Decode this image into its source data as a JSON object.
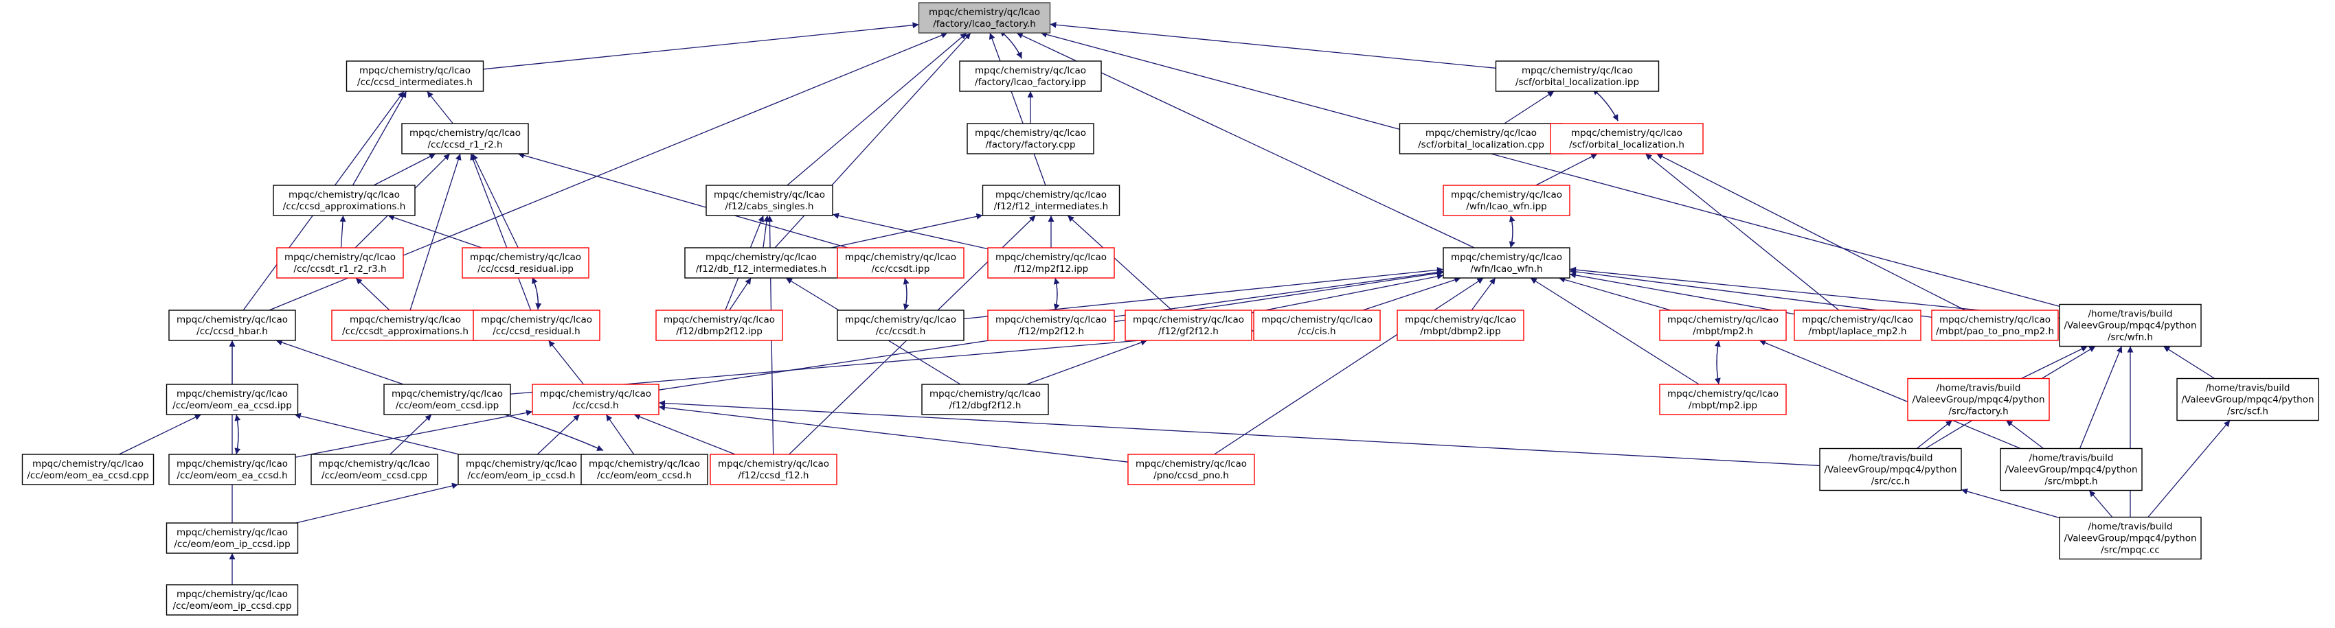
{
  "colors": {
    "root_fill": "#bfbfbf",
    "default_stroke": "#000000",
    "red_stroke": "#ff0000",
    "edge": "#191970",
    "text": "#000000",
    "background": "#ffffff"
  },
  "nodes": [
    {
      "id": "root",
      "lines": [
        "mpqc/chemistry/qc/lcao",
        "/factory/lcao_factory.h"
      ],
      "style": "root"
    },
    {
      "id": "ccsd_intermediates",
      "lines": [
        "mpqc/chemistry/qc/lcao",
        "/cc/ccsd_intermediates.h"
      ],
      "style": "black"
    },
    {
      "id": "lcao_factory_ipp",
      "lines": [
        "mpqc/chemistry/qc/lcao",
        "/factory/lcao_factory.ipp"
      ],
      "style": "black"
    },
    {
      "id": "factory_cpp",
      "lines": [
        "mpqc/chemistry/qc/lcao",
        "/factory/factory.cpp"
      ],
      "style": "black"
    },
    {
      "id": "orbital_loc_ipp",
      "lines": [
        "mpqc/chemistry/qc/lcao",
        "/scf/orbital_localization.ipp"
      ],
      "style": "black"
    },
    {
      "id": "orbital_loc_cpp",
      "lines": [
        "mpqc/chemistry/qc/lcao",
        "/scf/orbital_localization.cpp"
      ],
      "style": "black"
    },
    {
      "id": "orbital_loc_h",
      "lines": [
        "mpqc/chemistry/qc/lcao",
        "/scf/orbital_localization.h"
      ],
      "style": "red"
    },
    {
      "id": "ccsd_r1_r2",
      "lines": [
        "mpqc/chemistry/qc/lcao",
        "/cc/ccsd_r1_r2.h"
      ],
      "style": "black"
    },
    {
      "id": "ccsd_approximations",
      "lines": [
        "mpqc/chemistry/qc/lcao",
        "/cc/ccsd_approximations.h"
      ],
      "style": "black"
    },
    {
      "id": "cabs_singles",
      "lines": [
        "mpqc/chemistry/qc/lcao",
        "/f12/cabs_singles.h"
      ],
      "style": "black"
    },
    {
      "id": "f12_intermediates",
      "lines": [
        "mpqc/chemistry/qc/lcao",
        "/f12/f12_intermediates.h"
      ],
      "style": "black"
    },
    {
      "id": "wfn_ipp",
      "lines": [
        "mpqc/chemistry/qc/lcao",
        "/wfn/lcao_wfn.ipp"
      ],
      "style": "red"
    },
    {
      "id": "wfn_h",
      "lines": [
        "mpqc/chemistry/qc/lcao",
        "/wfn/lcao_wfn.h"
      ],
      "style": "black"
    },
    {
      "id": "ccsdt_r1_r2_r3",
      "lines": [
        "mpqc/chemistry/qc/lcao",
        "/cc/ccsdt_r1_r2_r3.h"
      ],
      "style": "red"
    },
    {
      "id": "ccsd_residual_ipp",
      "lines": [
        "mpqc/chemistry/qc/lcao",
        "/cc/ccsd_residual.ipp"
      ],
      "style": "red"
    },
    {
      "id": "db_f12_intermediates",
      "lines": [
        "mpqc/chemistry/qc/lcao",
        "/f12/db_f12_intermediates.h"
      ],
      "style": "black"
    },
    {
      "id": "ccsdt_ipp",
      "lines": [
        "mpqc/chemistry/qc/lcao",
        "/cc/ccsdt.ipp"
      ],
      "style": "red"
    },
    {
      "id": "mp2f12_ipp",
      "lines": [
        "mpqc/chemistry/qc/lcao",
        "/f12/mp2f12.ipp"
      ],
      "style": "red"
    },
    {
      "id": "ccsd_hbar",
      "lines": [
        "mpqc/chemistry/qc/lcao",
        "/cc/ccsd_hbar.h"
      ],
      "style": "black"
    },
    {
      "id": "ccsdt_approximations",
      "lines": [
        "mpqc/chemistry/qc/lcao",
        "/cc/ccsdt_approximations.h"
      ],
      "style": "red"
    },
    {
      "id": "ccsd_residual_h",
      "lines": [
        "mpqc/chemistry/qc/lcao",
        "/cc/ccsd_residual.h"
      ],
      "style": "red"
    },
    {
      "id": "dbmp2f12_ipp",
      "lines": [
        "mpqc/chemistry/qc/lcao",
        "/f12/dbmp2f12.ipp"
      ],
      "style": "red"
    },
    {
      "id": "ccsdt_h",
      "lines": [
        "mpqc/chemistry/qc/lcao",
        "/cc/ccsdt.h"
      ],
      "style": "black"
    },
    {
      "id": "mp2f12_h",
      "lines": [
        "mpqc/chemistry/qc/lcao",
        "/f12/mp2f12.h"
      ],
      "style": "red"
    },
    {
      "id": "gf2f12_h",
      "lines": [
        "mpqc/chemistry/qc/lcao",
        "/f12/gf2f12.h"
      ],
      "style": "red"
    },
    {
      "id": "cis_h",
      "lines": [
        "mpqc/chemistry/qc/lcao",
        "/cc/cis.h"
      ],
      "style": "red"
    },
    {
      "id": "dbmp2_ipp",
      "lines": [
        "mpqc/chemistry/qc/lcao",
        "/mbpt/dbmp2.ipp"
      ],
      "style": "red"
    },
    {
      "id": "mp2_h",
      "lines": [
        "mpqc/chemistry/qc/lcao",
        "/mbpt/mp2.h"
      ],
      "style": "red"
    },
    {
      "id": "laplace_mp2",
      "lines": [
        "mpqc/chemistry/qc/lcao",
        "/mbpt/laplace_mp2.h"
      ],
      "style": "red"
    },
    {
      "id": "pao_to_pno",
      "lines": [
        "mpqc/chemistry/qc/lcao",
        "/mbpt/pao_to_pno_mp2.h"
      ],
      "style": "red"
    },
    {
      "id": "py_wfn",
      "lines": [
        "/home/travis/build",
        "/ValeevGroup/mpqc4/python",
        "/src/wfn.h"
      ],
      "style": "black"
    },
    {
      "id": "eom_ea_ipp",
      "lines": [
        "mpqc/chemistry/qc/lcao",
        "/cc/eom/eom_ea_ccsd.ipp"
      ],
      "style": "black"
    },
    {
      "id": "eom_ccsd_ipp",
      "lines": [
        "mpqc/chemistry/qc/lcao",
        "/cc/eom/eom_ccsd.ipp"
      ],
      "style": "black"
    },
    {
      "id": "ccsd_h",
      "lines": [
        "mpqc/chemistry/qc/lcao",
        "/cc/ccsd.h"
      ],
      "style": "red"
    },
    {
      "id": "dbgf2f12",
      "lines": [
        "mpqc/chemistry/qc/lcao",
        "/f12/dbgf2f12.h"
      ],
      "style": "black"
    },
    {
      "id": "mp2_ipp",
      "lines": [
        "mpqc/chemistry/qc/lcao",
        "/mbpt/mp2.ipp"
      ],
      "style": "red"
    },
    {
      "id": "py_factory",
      "lines": [
        "/home/travis/build",
        "/ValeevGroup/mpqc4/python",
        "/src/factory.h"
      ],
      "style": "red"
    },
    {
      "id": "py_scf",
      "lines": [
        "/home/travis/build",
        "/ValeevGroup/mpqc4/python",
        "/src/scf.h"
      ],
      "style": "black"
    },
    {
      "id": "eom_ea_cpp",
      "lines": [
        "mpqc/chemistry/qc/lcao",
        "/cc/eom/eom_ea_ccsd.cpp"
      ],
      "style": "black"
    },
    {
      "id": "eom_ea_h",
      "lines": [
        "mpqc/chemistry/qc/lcao",
        "/cc/eom/eom_ea_ccsd.h"
      ],
      "style": "black"
    },
    {
      "id": "eom_ccsd_cpp",
      "lines": [
        "mpqc/chemistry/qc/lcao",
        "/cc/eom/eom_ccsd.cpp"
      ],
      "style": "black"
    },
    {
      "id": "eom_ip_h",
      "lines": [
        "mpqc/chemistry/qc/lcao",
        "/cc/eom/eom_ip_ccsd.h"
      ],
      "style": "black"
    },
    {
      "id": "eom_ccsd_h",
      "lines": [
        "mpqc/chemistry/qc/lcao",
        "/cc/eom/eom_ccsd.h"
      ],
      "style": "black"
    },
    {
      "id": "ccsd_f12",
      "lines": [
        "mpqc/chemistry/qc/lcao",
        "/f12/ccsd_f12.h"
      ],
      "style": "red"
    },
    {
      "id": "ccsd_pno",
      "lines": [
        "mpqc/chemistry/qc/lcao",
        "/pno/ccsd_pno.h"
      ],
      "style": "red"
    },
    {
      "id": "py_cc",
      "lines": [
        "/home/travis/build",
        "/ValeevGroup/mpqc4/python",
        "/src/cc.h"
      ],
      "style": "black"
    },
    {
      "id": "py_mbpt",
      "lines": [
        "/home/travis/build",
        "/ValeevGroup/mpqc4/python",
        "/src/mbpt.h"
      ],
      "style": "black"
    },
    {
      "id": "eom_ip_ipp",
      "lines": [
        "mpqc/chemistry/qc/lcao",
        "/cc/eom/eom_ip_ccsd.ipp"
      ],
      "style": "black"
    },
    {
      "id": "py_mpqc",
      "lines": [
        "/home/travis/build",
        "/ValeevGroup/mpqc4/python",
        "/src/mpqc.cc"
      ],
      "style": "black"
    },
    {
      "id": "eom_ip_cpp",
      "lines": [
        "mpqc/chemistry/qc/lcao",
        "/cc/eom/eom_ip_ccsd.cpp"
      ],
      "style": "black"
    }
  ],
  "edges": [
    [
      "ccsd_intermediates",
      "root"
    ],
    [
      "lcao_factory_ipp",
      "root"
    ],
    [
      "root",
      "lcao_factory_ipp"
    ],
    [
      "factory_cpp",
      "lcao_factory_ipp"
    ],
    [
      "orbital_loc_ipp",
      "root"
    ],
    [
      "cabs_singles",
      "root"
    ],
    [
      "f12_intermediates",
      "root"
    ],
    [
      "wfn_h",
      "root"
    ],
    [
      "ccsd_hbar",
      "root"
    ],
    [
      "db_f12_intermediates",
      "root"
    ],
    [
      "py_wfn",
      "root"
    ],
    [
      "ccsd_r1_r2",
      "ccsd_intermediates"
    ],
    [
      "ccsd_approximations",
      "ccsd_intermediates"
    ],
    [
      "ccsd_hbar",
      "ccsd_intermediates"
    ],
    [
      "orbital_loc_cpp",
      "orbital_loc_ipp"
    ],
    [
      "orbital_loc_h",
      "orbital_loc_ipp"
    ],
    [
      "orbital_loc_ipp",
      "orbital_loc_h"
    ],
    [
      "wfn_ipp",
      "orbital_loc_h"
    ],
    [
      "laplace_mp2",
      "orbital_loc_h"
    ],
    [
      "pao_to_pno",
      "orbital_loc_h"
    ],
    [
      "ccsd_approximations",
      "ccsd_r1_r2"
    ],
    [
      "ccsdt_r1_r2_r3",
      "ccsd_r1_r2"
    ],
    [
      "ccsd_residual_ipp",
      "ccsd_r1_r2"
    ],
    [
      "ccsd_residual_h",
      "ccsd_r1_r2"
    ],
    [
      "ccsdt_approximations",
      "ccsd_r1_r2"
    ],
    [
      "ccsdt_ipp",
      "ccsd_r1_r2"
    ],
    [
      "ccsdt_r1_r2_r3",
      "ccsd_approximations"
    ],
    [
      "ccsd_residual_ipp",
      "ccsd_approximations"
    ],
    [
      "db_f12_intermediates",
      "cabs_singles"
    ],
    [
      "dbmp2f12_ipp",
      "cabs_singles"
    ],
    [
      "mp2f12_ipp",
      "cabs_singles"
    ],
    [
      "ccsd_f12",
      "cabs_singles"
    ],
    [
      "db_f12_intermediates",
      "f12_intermediates"
    ],
    [
      "mp2f12_ipp",
      "f12_intermediates"
    ],
    [
      "gf2f12_h",
      "f12_intermediates"
    ],
    [
      "ccsd_f12",
      "f12_intermediates"
    ],
    [
      "wfn_h",
      "wfn_ipp"
    ],
    [
      "wfn_ipp",
      "wfn_h"
    ],
    [
      "ccsdt_h",
      "wfn_h"
    ],
    [
      "mp2f12_h",
      "wfn_h"
    ],
    [
      "gf2f12_h",
      "wfn_h"
    ],
    [
      "cis_h",
      "wfn_h"
    ],
    [
      "dbmp2_ipp",
      "wfn_h"
    ],
    [
      "mp2_h",
      "wfn_h"
    ],
    [
      "mp2_ipp",
      "wfn_h"
    ],
    [
      "laplace_mp2",
      "wfn_h"
    ],
    [
      "pao_to_pno",
      "wfn_h"
    ],
    [
      "py_wfn",
      "wfn_h"
    ],
    [
      "ccsd_h",
      "wfn_h"
    ],
    [
      "ccsd_pno",
      "wfn_h"
    ],
    [
      "ccsdt_approximations",
      "ccsdt_r1_r2_r3"
    ],
    [
      "ccsd_residual_h",
      "ccsd_residual_ipp"
    ],
    [
      "ccsd_residual_ipp",
      "ccsd_residual_h"
    ],
    [
      "dbmp2f12_ipp",
      "db_f12_intermediates"
    ],
    [
      "dbgf2f12",
      "db_f12_intermediates"
    ],
    [
      "ccsdt_h",
      "ccsdt_ipp"
    ],
    [
      "ccsdt_ipp",
      "ccsdt_h"
    ],
    [
      "mp2f12_h",
      "mp2f12_ipp"
    ],
    [
      "mp2f12_ipp",
      "mp2f12_h"
    ],
    [
      "eom_ea_ipp",
      "ccsd_hbar"
    ],
    [
      "eom_ccsd_ipp",
      "ccsd_hbar"
    ],
    [
      "eom_ip_ipp",
      "ccsd_hbar"
    ],
    [
      "ccsd_h",
      "ccsd_residual_h"
    ],
    [
      "dbgf2f12",
      "gf2f12_h"
    ],
    [
      "eom_ccsd_ipp",
      "cis_h"
    ],
    [
      "mp2_ipp",
      "mp2_h"
    ],
    [
      "mp2_h",
      "mp2_ipp"
    ],
    [
      "py_mbpt",
      "mp2_h"
    ],
    [
      "py_factory",
      "py_wfn"
    ],
    [
      "py_scf",
      "py_wfn"
    ],
    [
      "py_mbpt",
      "py_wfn"
    ],
    [
      "py_cc",
      "py_wfn"
    ],
    [
      "py_mpqc",
      "py_wfn"
    ],
    [
      "eom_ea_cpp",
      "eom_ea_ipp"
    ],
    [
      "eom_ea_h",
      "eom_ea_ipp"
    ],
    [
      "eom_ea_ipp",
      "eom_ea_h"
    ],
    [
      "eom_ip_h",
      "eom_ea_ipp"
    ],
    [
      "eom_ccsd_cpp",
      "eom_ccsd_ipp"
    ],
    [
      "eom_ccsd_h",
      "eom_ccsd_ipp"
    ],
    [
      "eom_ccsd_ipp",
      "eom_ccsd_h"
    ],
    [
      "eom_ea_h",
      "ccsd_h"
    ],
    [
      "eom_ip_h",
      "ccsd_h"
    ],
    [
      "eom_ccsd_h",
      "ccsd_h"
    ],
    [
      "ccsd_f12",
      "ccsd_h"
    ],
    [
      "ccsd_pno",
      "ccsd_h"
    ],
    [
      "py_cc",
      "ccsd_h"
    ],
    [
      "py_cc",
      "py_factory"
    ],
    [
      "py_mbpt",
      "py_factory"
    ],
    [
      "py_mpqc",
      "py_scf"
    ],
    [
      "py_mpqc",
      "py_cc"
    ],
    [
      "py_mpqc",
      "py_mbpt"
    ],
    [
      "eom_ip_ipp",
      "eom_ip_h"
    ],
    [
      "eom_ip_cpp",
      "eom_ip_ipp"
    ]
  ]
}
